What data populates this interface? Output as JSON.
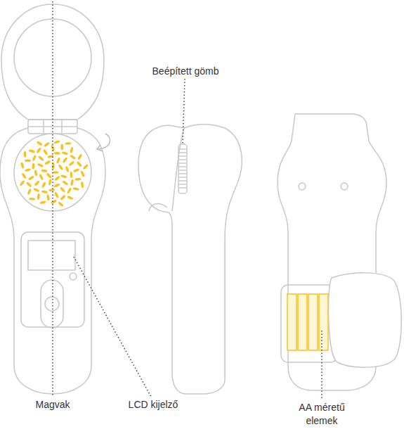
{
  "diagram": {
    "labels": [
      "Beépített gömb",
      "Magvak",
      "LCD kijelző",
      "AA méretű elemek"
    ]
  }
}
